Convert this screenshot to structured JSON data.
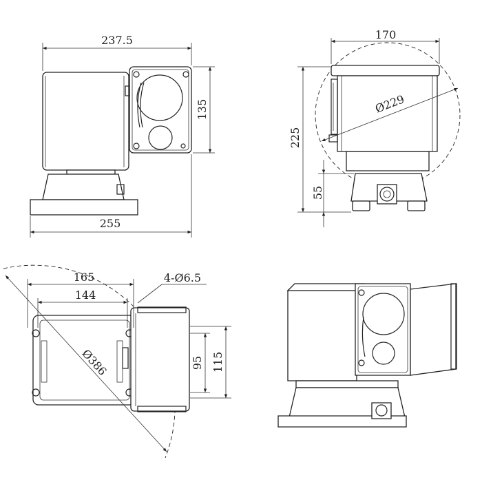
{
  "dimensions": {
    "front_width_top": "237.5",
    "front_height": "135",
    "front_width_base": "255",
    "side_width": "170",
    "side_diameter": "Ø229",
    "side_height": "225",
    "side_base_height": "55",
    "bottom_width_outer": "165",
    "bottom_width_inner": "144",
    "bottom_holes": "4-Ø6.5",
    "bottom_hole_spacing_small": "95",
    "bottom_hole_spacing_large": "115",
    "bottom_diameter": "Ø386"
  }
}
